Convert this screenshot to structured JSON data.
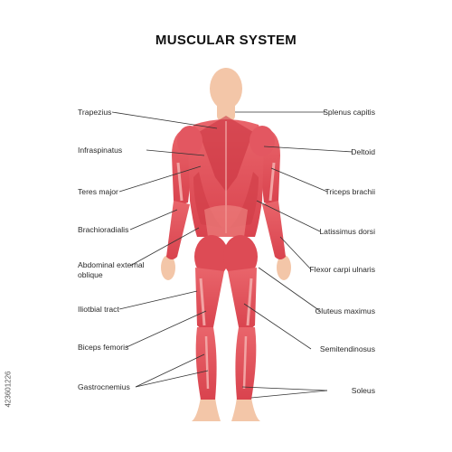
{
  "title": "MUSCULAR SYSTEM",
  "labels_left": [
    "Trapezius",
    "Infraspinatus",
    "Teres major",
    "Brachioradialis",
    "Abdominal external",
    "oblique",
    "Iliotbial tract",
    "Biceps femoris",
    "Gastrocnemius"
  ],
  "labels_right": [
    "Splenus capitis",
    "Deltoid",
    "Triceps brachii",
    "Latissimus dorsi",
    "Flexor carpi ulnaris",
    "Gluteus maximus",
    "Semitendinosus",
    "Soleus"
  ],
  "stock_id": "423601226",
  "colors": {
    "skin": "#f3c6a8",
    "muscle": "#e0505a",
    "muscle_dark": "#c9323e",
    "muscle_light": "#f08a86",
    "leader_line": "#333333"
  }
}
